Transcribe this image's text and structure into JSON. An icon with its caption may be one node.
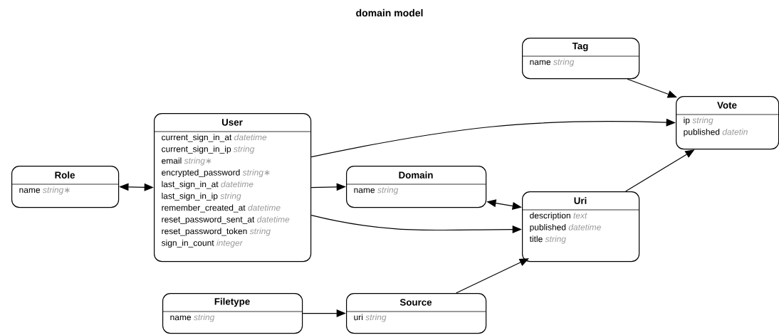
{
  "diagram": {
    "title": "domain model",
    "nodes": [
      {
        "text": [
          "Tag",
          "name *string*"
        ]
      },
      {
        "text": [
          "Vote",
          "ip *string*",
          "published *datetin*"
        ]
      },
      {
        "text": [
          "User",
          "current_sign_in_at *datetime*",
          "current_sign_in_ip *string*",
          "email *string∗*",
          "encrypted_password *string∗*",
          "last_sign_in_at *datetime*",
          "last_sign_in_ip *string*",
          "remember_created_at *datetime*",
          "reset_password_sent_at *datetime*",
          "reset_password_token *string*",
          "sign_in_count *integer*"
        ]
      },
      {
        "text": [
          "Role",
          "name *string∗*"
        ]
      },
      {
        "text": [
          "Domain",
          "name *string*"
        ]
      },
      {
        "text": [
          "Uri",
          "description *text*",
          "published *datetime*",
          "title *string*"
        ]
      },
      {
        "text": [
          "Filetype",
          "name *string*"
        ]
      },
      {
        "text": [
          "Source",
          "uri *string*"
        ]
      }
    ],
    "edges": [
      {
        "from": 0,
        "to": 1,
        "arrow": "to"
      },
      {
        "from": 2,
        "to": 1,
        "arrow": "to"
      },
      {
        "from": 3,
        "to": 2,
        "arrow": "both"
      },
      {
        "from": 2,
        "to": 4,
        "arrow": "to"
      },
      {
        "from": 4,
        "to": 5,
        "arrow": "both"
      },
      {
        "from": 2,
        "to": 5,
        "arrow": "to"
      },
      {
        "from": 5,
        "to": 1,
        "arrow": "to"
      },
      {
        "from": 6,
        "to": 7,
        "arrow": "to"
      },
      {
        "from": 7,
        "to": 5,
        "arrow": "to"
      }
    ]
  }
}
